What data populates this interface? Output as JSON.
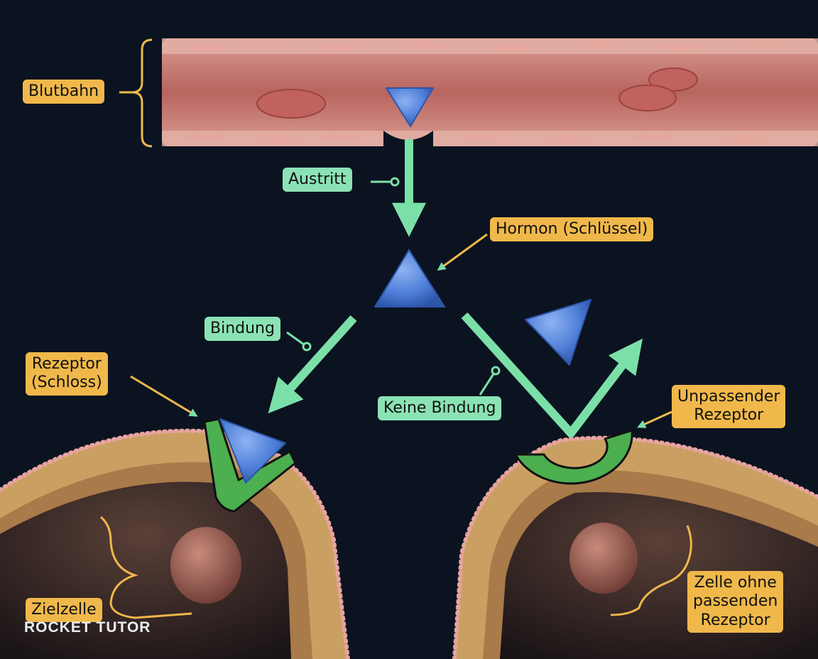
{
  "labels": {
    "blutbahn": "Blutbahn",
    "austritt": "Austritt",
    "hormon": "Hormon (Schlüssel)",
    "bindung": "Bindung",
    "rezeptor": "Rezeptor\n(Schloss)",
    "keine_bindung": "Keine Bindung",
    "unpassender_rezeptor": "Unpassender\nRezeptor",
    "zielzelle": "Zielzelle",
    "zelle_ohne": "Zelle ohne\npassenden\nRezeptor"
  },
  "brand": "ROCKET TUTOR",
  "colors": {
    "background": "#0b1320",
    "label_orange": "#f0b84a",
    "label_green": "#8be3b5",
    "arrow_green": "#7be0a8",
    "receptor_green": "#4caf50",
    "hormone_blue": "#4f7fd8",
    "vessel_red": "#c47a76",
    "membrane_gold": "#caa062"
  }
}
